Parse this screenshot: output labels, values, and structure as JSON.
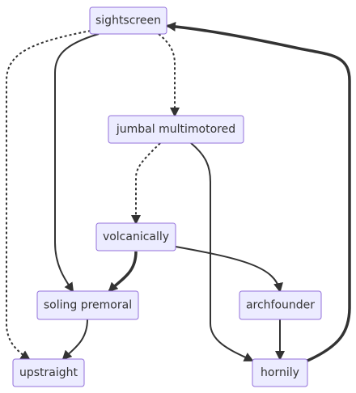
{
  "diagram": {
    "type": "flowchart",
    "direction": "top-to-bottom",
    "nodes": [
      {
        "id": "sightscreen",
        "label": "sightscreen"
      },
      {
        "id": "jumbal",
        "label": "jumbal multimotored"
      },
      {
        "id": "volcanically",
        "label": "volcanically"
      },
      {
        "id": "soling",
        "label": "soling premoral"
      },
      {
        "id": "archfounder",
        "label": "archfounder"
      },
      {
        "id": "upstraight",
        "label": "upstraight"
      },
      {
        "id": "hornily",
        "label": "hornily"
      }
    ],
    "edges": [
      {
        "from": "sightscreen",
        "to": "jumbal",
        "style": "dotted"
      },
      {
        "from": "sightscreen",
        "to": "soling",
        "style": "normal"
      },
      {
        "from": "sightscreen",
        "to": "upstraight",
        "style": "dotted"
      },
      {
        "from": "jumbal",
        "to": "volcanically",
        "style": "dotted"
      },
      {
        "from": "jumbal",
        "to": "hornily",
        "style": "normal"
      },
      {
        "from": "volcanically",
        "to": "soling",
        "style": "thick"
      },
      {
        "from": "volcanically",
        "to": "archfounder",
        "style": "normal"
      },
      {
        "from": "soling",
        "to": "upstraight",
        "style": "normal"
      },
      {
        "from": "archfounder",
        "to": "hornily",
        "style": "normal"
      },
      {
        "from": "hornily",
        "to": "sightscreen",
        "style": "thick"
      }
    ],
    "colors": {
      "node_fill": "#ececff",
      "node_border": "#9370db",
      "edge": "#333333",
      "text": "#333333"
    }
  }
}
